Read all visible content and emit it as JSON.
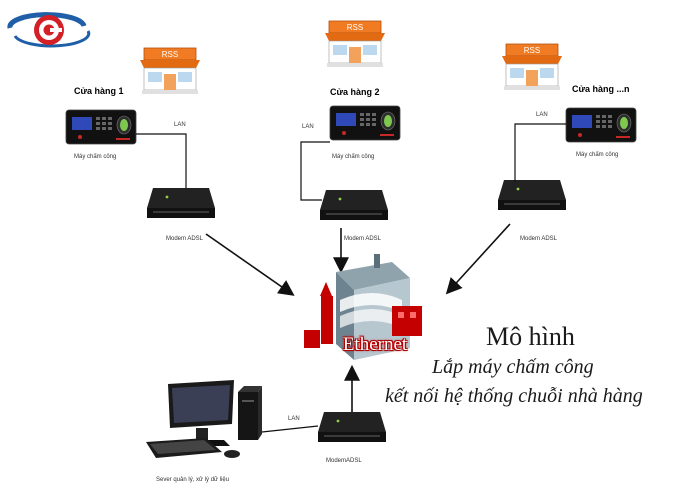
{
  "stores": [
    {
      "name": "Cửa hàng 1",
      "shop_sign": "RSS",
      "device_label": "Máy chấm công",
      "lan_label": "LAN",
      "modem_label": "Modem ADSL"
    },
    {
      "name": "Cửa hàng 2",
      "shop_sign": "RSS",
      "device_label": "Máy chấm công",
      "lan_label": "LAN",
      "modem_label": "Modem ADSL"
    },
    {
      "name": "Cửa hàng ...n",
      "shop_sign": "RSS",
      "device_label": "Máy chấm công",
      "lan_label": "LAN",
      "modem_label": "Modem ADSL"
    }
  ],
  "network": {
    "label": "Ethernet"
  },
  "server": {
    "label": "Sever quản lý, xử lý dữ liệu",
    "lan_label": "LAN",
    "modem_label": "ModemADSL"
  },
  "title": {
    "main": "Mô hình",
    "line1": "Lắp máy chấm công",
    "line2": "kết nối hệ thống chuỗi nhà hàng"
  },
  "colors": {
    "logo_red": "#d32027",
    "logo_blue": "#1f5fa8",
    "shop_orange": "#e8731c",
    "network_red": "#c40000"
  }
}
